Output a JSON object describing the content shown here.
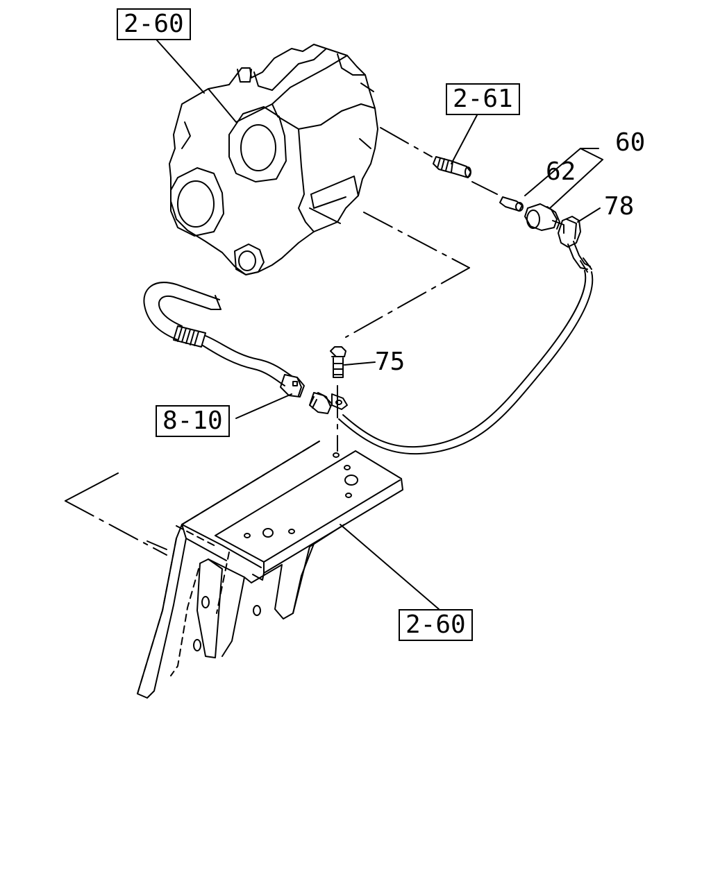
{
  "callouts": {
    "ref_top": "2-60",
    "ref_sensor": "2-61",
    "part_60": "60",
    "part_62": "62",
    "part_78": "78",
    "part_75": "75",
    "ref_harness": "8-10",
    "ref_bracket": "2-60"
  },
  "colors": {
    "ink": "#000000",
    "paper": "#ffffff"
  }
}
